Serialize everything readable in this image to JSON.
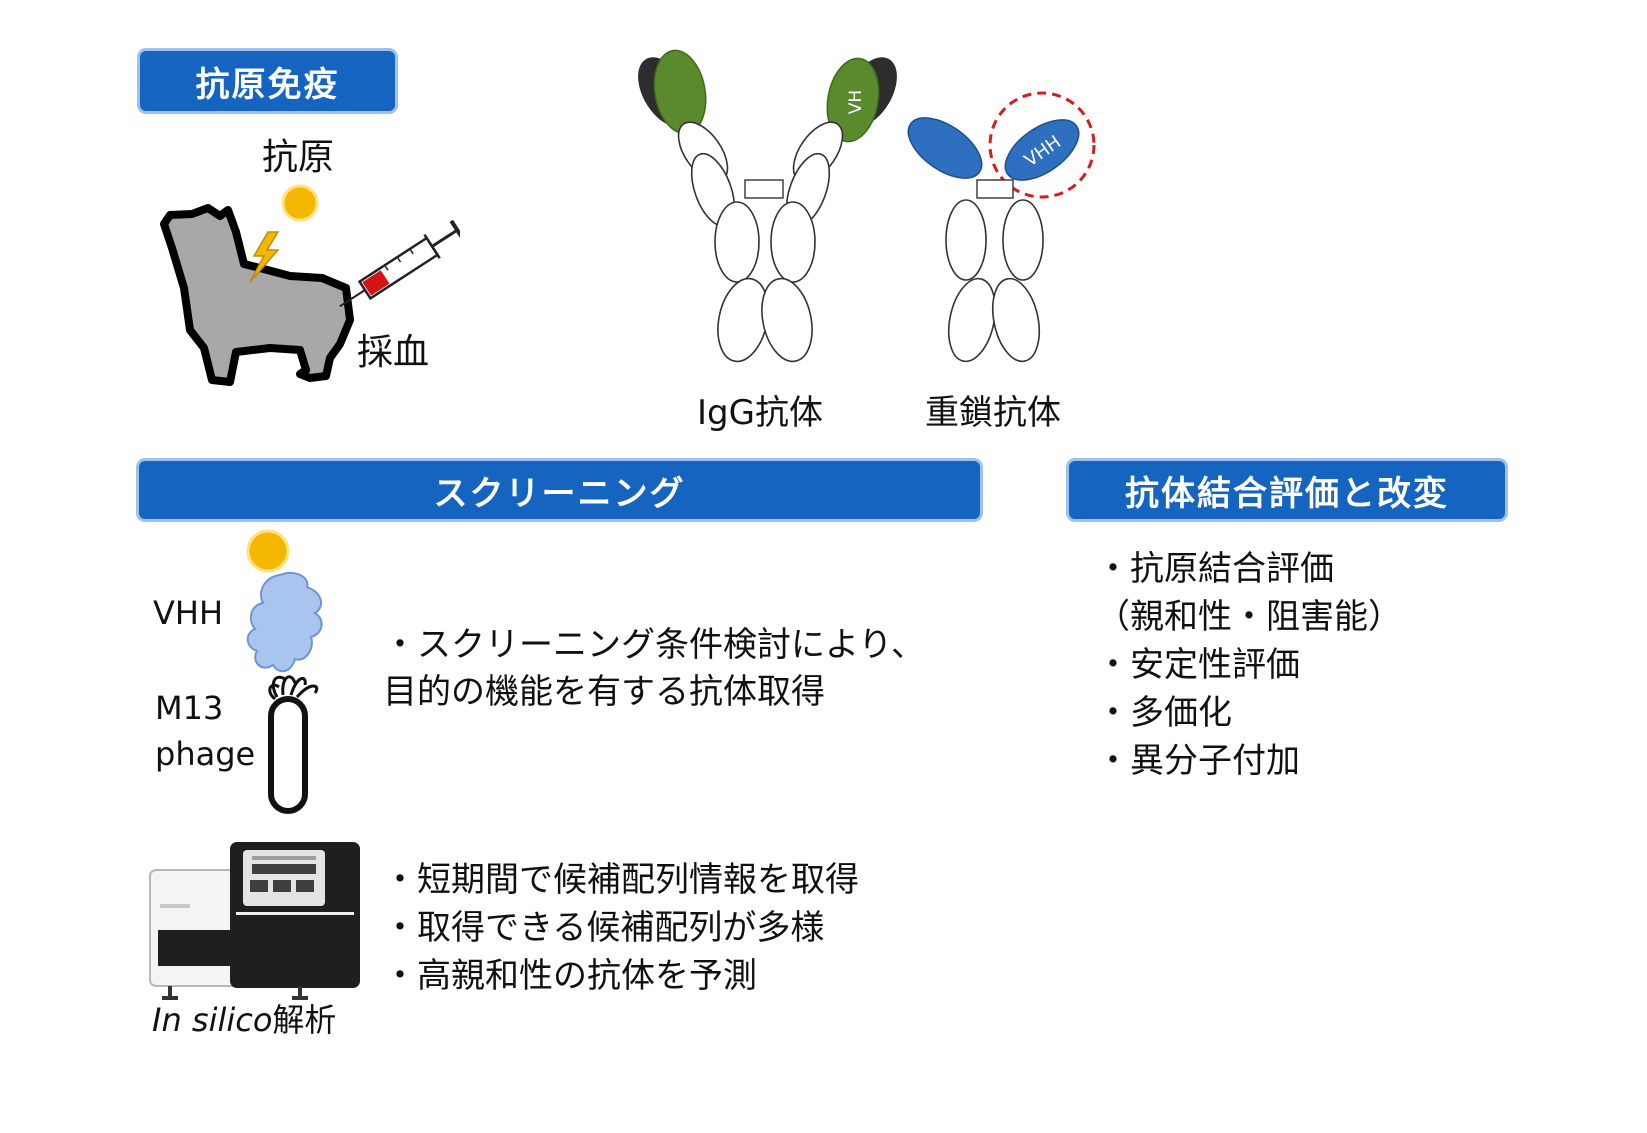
{
  "headers": {
    "immunization": "抗原免疫",
    "screening": "スクリーニング",
    "evaluation": "抗体結合評価と改変"
  },
  "immunization": {
    "antigen_label": "抗原",
    "blood_label": "採血"
  },
  "antibodies": {
    "igg_label": "IgG抗体",
    "heavy_chain_label": "重鎖抗体",
    "vh_domain": "VH",
    "vhh_domain": "VHH"
  },
  "phage": {
    "vhh_label": "VHH",
    "m13_label": "M13",
    "phage_label": "phage"
  },
  "screening_points": [
    "・スクリーニング条件検討により、",
    "目的の機能を有する抗体取得"
  ],
  "insilico": {
    "italic_part": "In silico",
    "suffix": "解析",
    "points": [
      "・短期間で候補配列情報を取得",
      "・取得できる候補配列が多様",
      "・高親和性の抗体を予測"
    ]
  },
  "evaluation_points": [
    "・抗原結合評価",
    "（親和性・阻害能）",
    "・安定性評価",
    "・多価化",
    "・異分子付加"
  ],
  "colors": {
    "header_blue": "#1565c0",
    "antigen_yellow": "#f5b800",
    "vh_green": "#5a8a2c",
    "vhh_blue": "#2e6fbf",
    "vhh_light": "#a9c4ee",
    "highlight_red": "#d81b1b"
  }
}
